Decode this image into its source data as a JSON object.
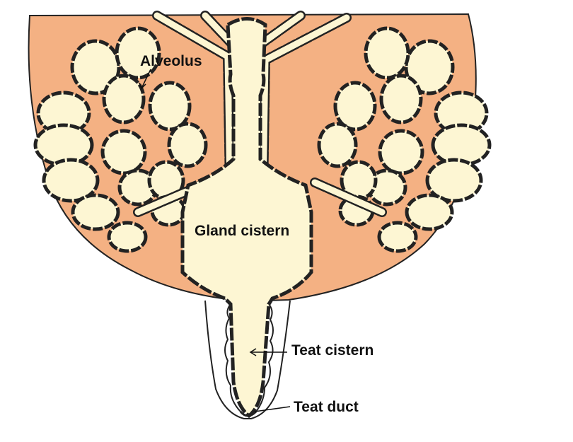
{
  "labels": {
    "alveolus": "Alveolus",
    "gland_cistern": "Gland cistern",
    "teat_cistern": "Teat cistern",
    "teat_duct": "Teat duct"
  },
  "colors": {
    "tissue": "#f4b183",
    "lumen": "#fdf6d3",
    "outline": "#222222",
    "epithelium_ticks": "#3344cc"
  }
}
